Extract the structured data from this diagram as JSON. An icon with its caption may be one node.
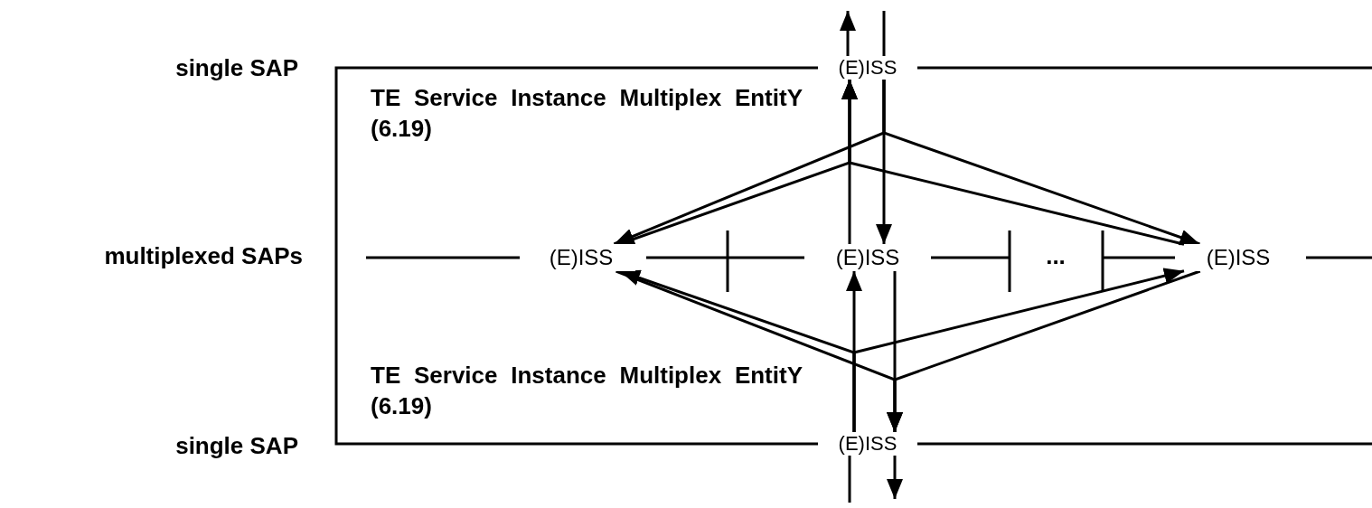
{
  "diagram": {
    "nodes": [
      {
        "text": [
          "(E)ISS"
        ]
      },
      {
        "text": [
          "(E)ISS"
        ]
      },
      {
        "text": [
          "(E)ISS"
        ]
      },
      {
        "text": [
          "(E)ISS"
        ]
      },
      {
        "text": [
          "(E)ISS"
        ]
      }
    ],
    "edges": [
      {
        "from": null,
        "to": 0,
        "arrow": "none"
      },
      {
        "from": 0,
        "to": null,
        "arrow": "to"
      },
      {
        "from": 0,
        "to": 1,
        "arrow": "to"
      },
      {
        "from": 0,
        "to": 2,
        "arrow": "to"
      },
      {
        "from": 0,
        "to": 3,
        "arrow": "to"
      },
      {
        "from": 1,
        "to": 0,
        "arrow": "to"
      },
      {
        "from": 2,
        "to": 0,
        "arrow": "to"
      },
      {
        "from": 3,
        "to": 0,
        "arrow": "to"
      },
      {
        "from": 1,
        "to": 4,
        "arrow": "to"
      },
      {
        "from": 2,
        "to": 4,
        "arrow": "to"
      },
      {
        "from": 3,
        "to": 4,
        "arrow": "to"
      },
      {
        "from": 4,
        "to": 1,
        "arrow": "to"
      },
      {
        "from": 4,
        "to": 2,
        "arrow": "to"
      },
      {
        "from": 4,
        "to": 3,
        "arrow": "to"
      },
      {
        "from": null,
        "to": 4,
        "arrow": "none"
      },
      {
        "from": 4,
        "to": null,
        "arrow": "to"
      }
    ],
    "labels": [
      "single SAP",
      "TE Service Instance Multiplex EntitY (6.19)",
      "multiplexed SAPs",
      "...",
      "TE Service Instance Multiplex EntitY (6.19)",
      "single SAP"
    ]
  }
}
